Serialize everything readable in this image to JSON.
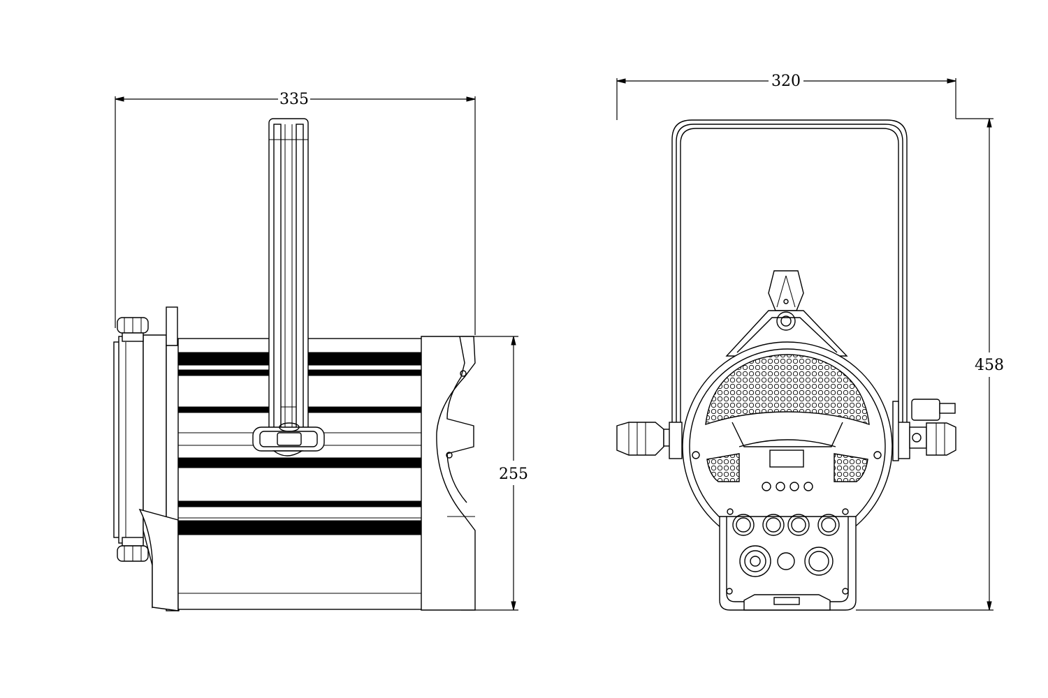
{
  "diagram": {
    "dimensions": {
      "side_width": "335",
      "side_height": "255",
      "rear_width": "320",
      "rear_height": "458"
    }
  }
}
